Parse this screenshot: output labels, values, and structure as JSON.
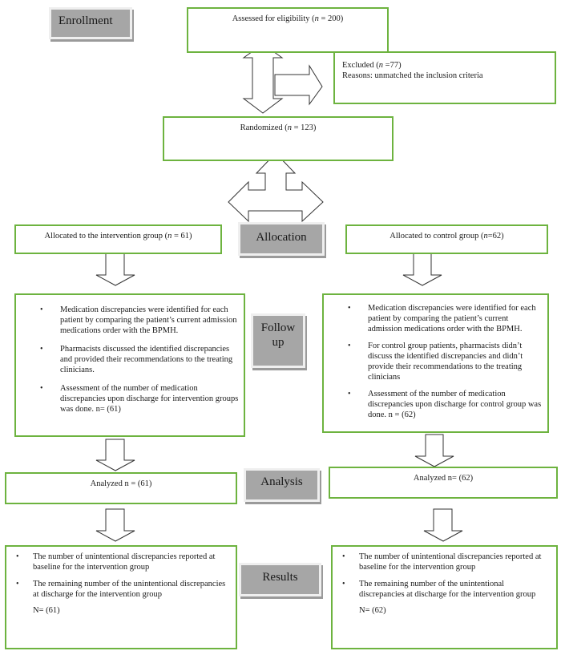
{
  "stages": {
    "enrollment": "Enrollment",
    "allocation": "Allocation",
    "follow_up_line1": "Follow",
    "follow_up_line2": "up",
    "analysis": "Analysis",
    "results": "Results"
  },
  "enrollment": {
    "assessed": {
      "label": "Assessed for eligibility (",
      "n_symbol": "n",
      "value": " = 200)"
    },
    "excluded": {
      "label": "Excluded (",
      "n_symbol": "n",
      "value": " =77)",
      "reason": "Reasons: unmatched the inclusion criteria"
    },
    "randomized": {
      "label": "Randomized (",
      "n_symbol": "n",
      "value": " = 123)"
    }
  },
  "allocation": {
    "intervention": {
      "label": "Allocated to the intervention group (",
      "n_symbol": "n",
      "value": " = 61)"
    },
    "control": {
      "label": "Allocated to control group (",
      "n_symbol": "n",
      "value": "=62)"
    }
  },
  "follow_up": {
    "intervention": [
      "Medication discrepancies were identified for each patient by comparing the patient’s current admission medications order with the BPMH.",
      "Pharmacists discussed the identified discrepancies and provided their recommendations to the treating clinicians.",
      "Assessment of the number of medication discrepancies upon discharge for intervention groups was done. n= (61)"
    ],
    "control": [
      "Medication discrepancies were identified for each patient by comparing the patient’s current admission medications order with the BPMH.",
      "For control group patients, pharmacists didn’t discuss the identified discrepancies and didn’t provide their recommendations to the treating clinicians",
      "Assessment of the number of medication discrepancies upon discharge for control group was done. n = (62)"
    ]
  },
  "analysis": {
    "intervention": "Analyzed n = (61)",
    "control": "Analyzed n= (62)"
  },
  "results": {
    "intervention": {
      "items": [
        "The number of unintentional discrepancies reported at baseline for the intervention group",
        "The remaining number of the unintentional discrepancies at discharge for the intervention group"
      ],
      "n": "N= (61)"
    },
    "control": {
      "items": [
        "The number of unintentional discrepancies reported at baseline for the intervention group",
        "The remaining number of the unintentional discrepancies at discharge for the intervention group"
      ],
      "n": "N= (62)"
    }
  },
  "colors": {
    "box_border": "#6db33f",
    "stage_fill": "#a6a6a6"
  }
}
